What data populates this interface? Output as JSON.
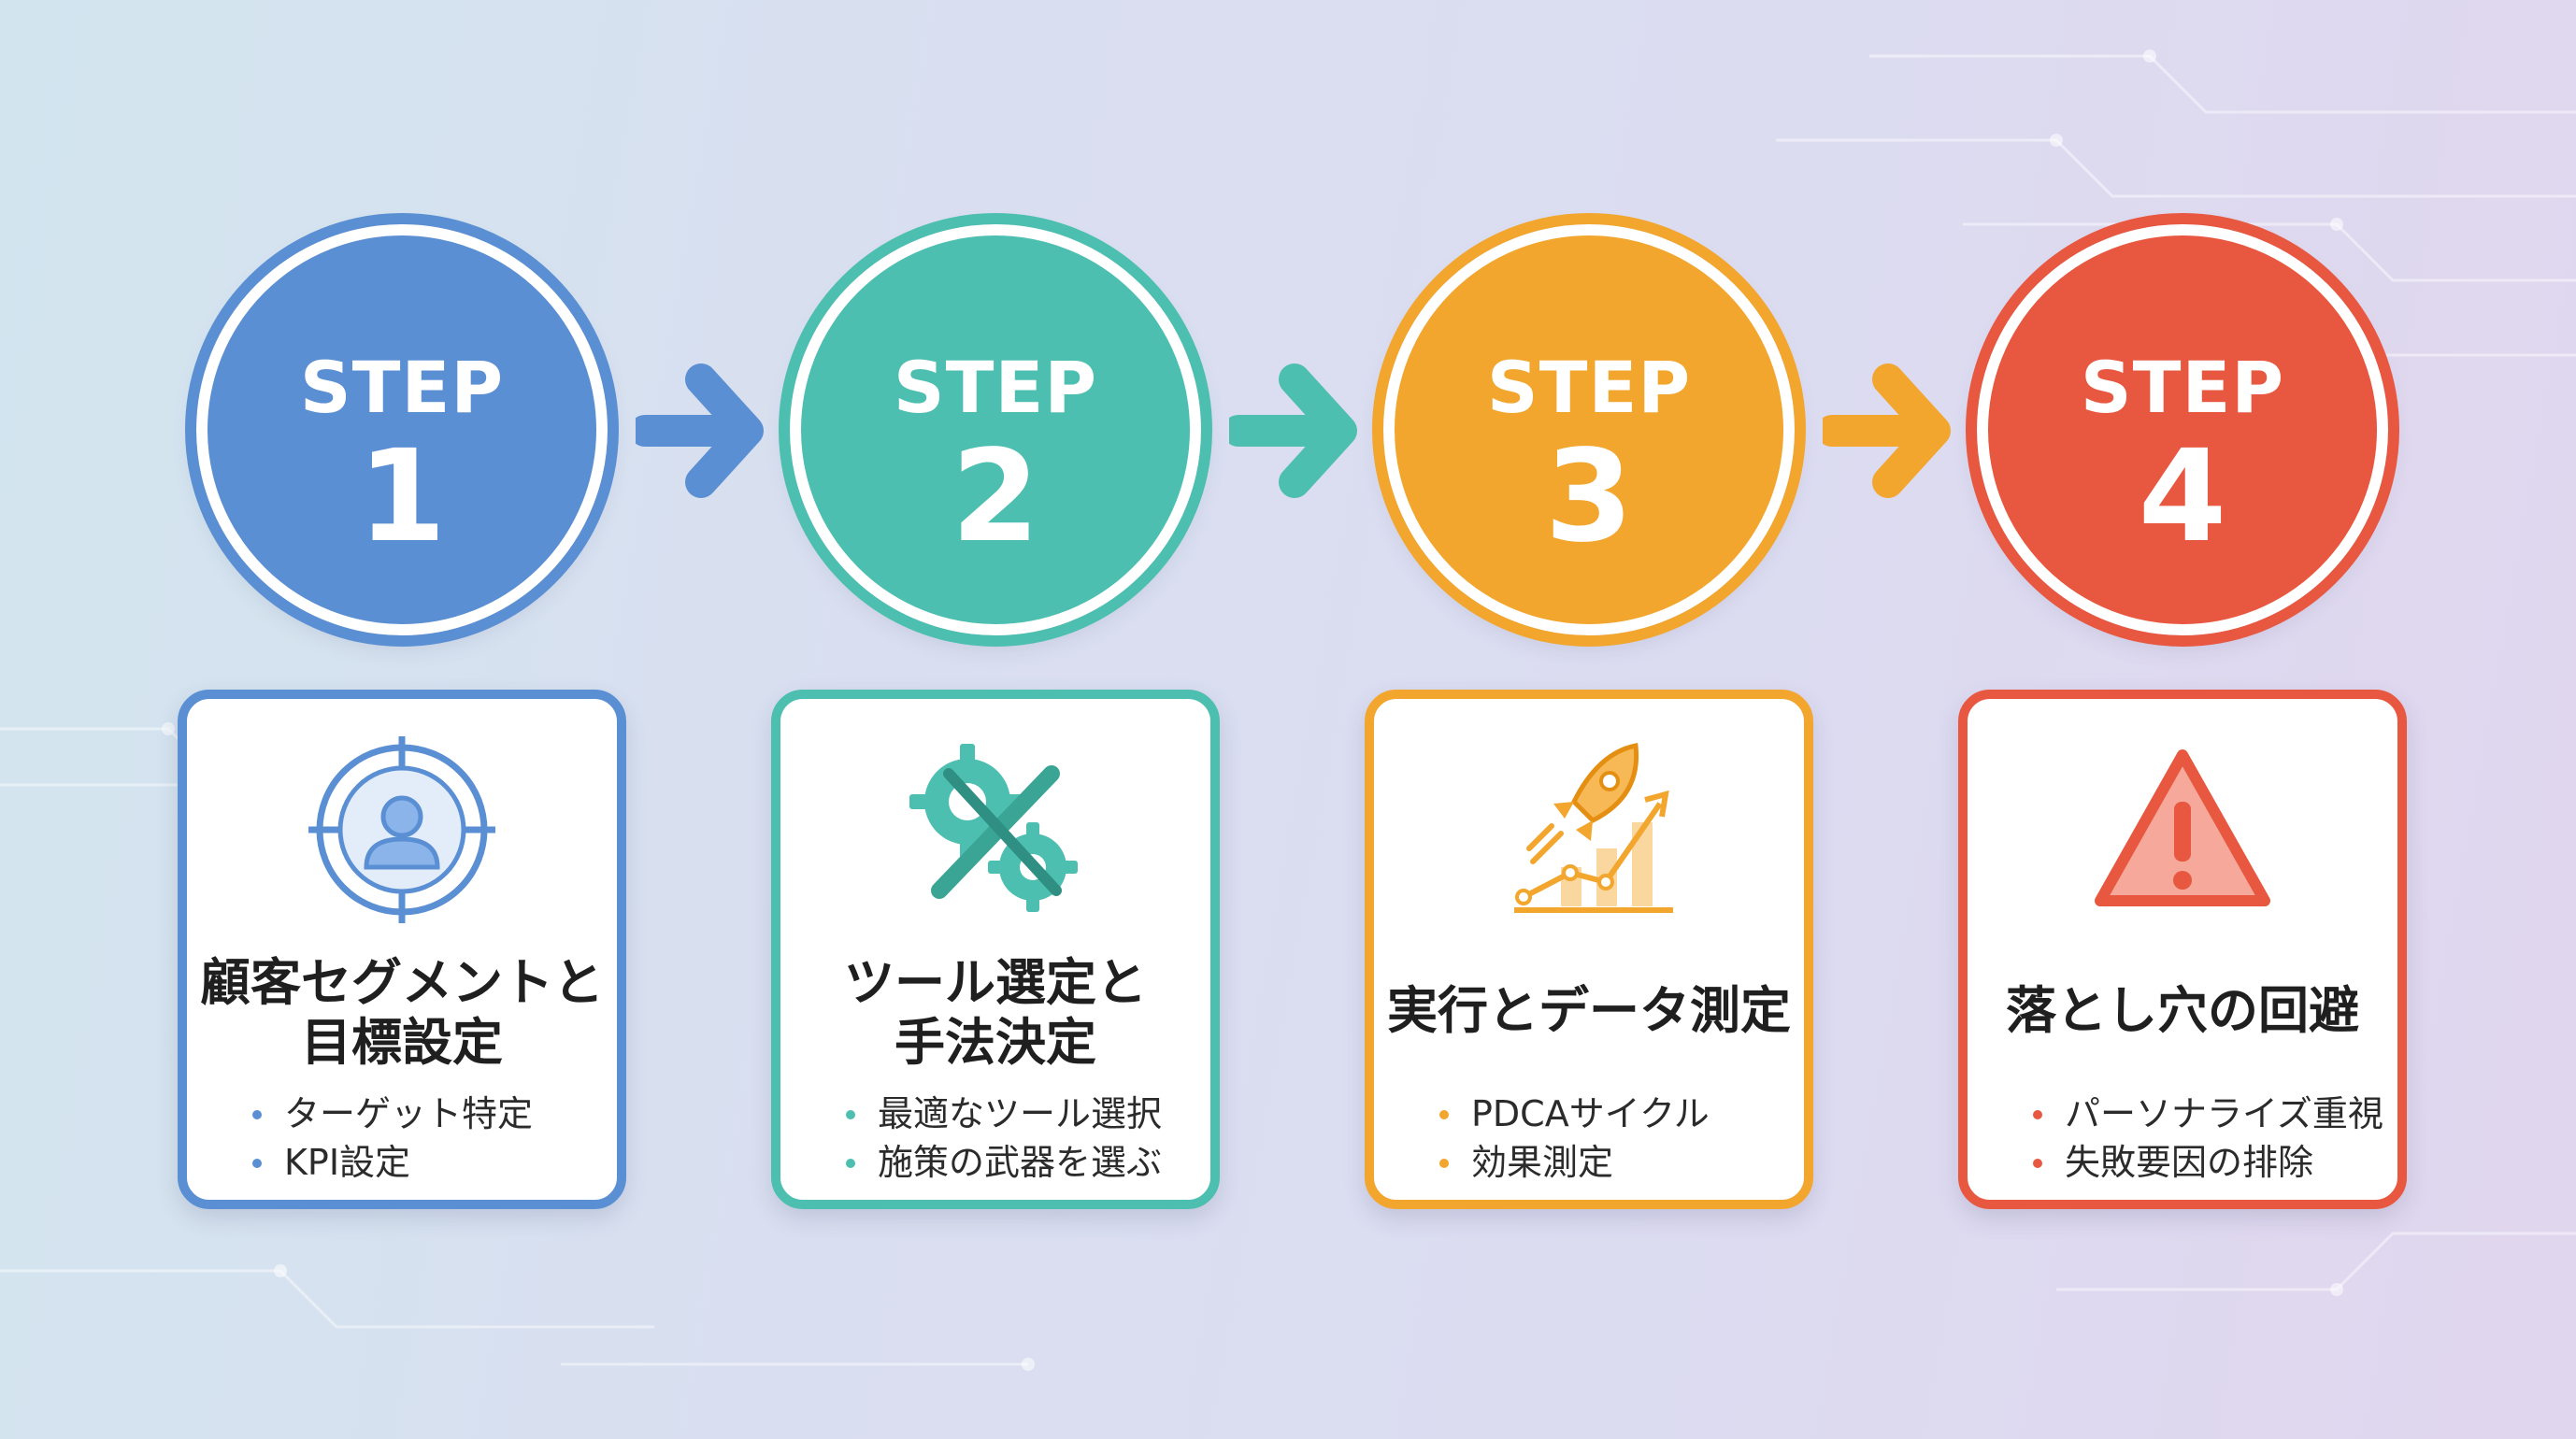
{
  "colors": {
    "step1": "#5b8fd4",
    "step2": "#4dbfb0",
    "step3": "#f2a62e",
    "step4": "#e8573f"
  },
  "steps": [
    {
      "step_label": "STEP",
      "number": "1",
      "icon": "target-user-icon",
      "title_lines": [
        "顧客セグメントと",
        "目標設定"
      ],
      "items": [
        "ターゲット特定",
        "KPI設定"
      ]
    },
    {
      "step_label": "STEP",
      "number": "2",
      "icon": "gear-tools-icon",
      "title_lines": [
        "ツール選定と",
        "手法決定"
      ],
      "items": [
        "最適なツール選択",
        "施策の武器を選ぶ"
      ]
    },
    {
      "step_label": "STEP",
      "number": "3",
      "icon": "rocket-growth-chart-icon",
      "title_lines": [
        "実行とデータ測定"
      ],
      "items": [
        "PDCAサイクル",
        "効果測定"
      ]
    },
    {
      "step_label": "STEP",
      "number": "4",
      "icon": "warning-triangle-icon",
      "title_lines": [
        "落とし穴の回避"
      ],
      "items": [
        "パーソナライズ重視",
        "失敗要因の排除"
      ]
    }
  ]
}
